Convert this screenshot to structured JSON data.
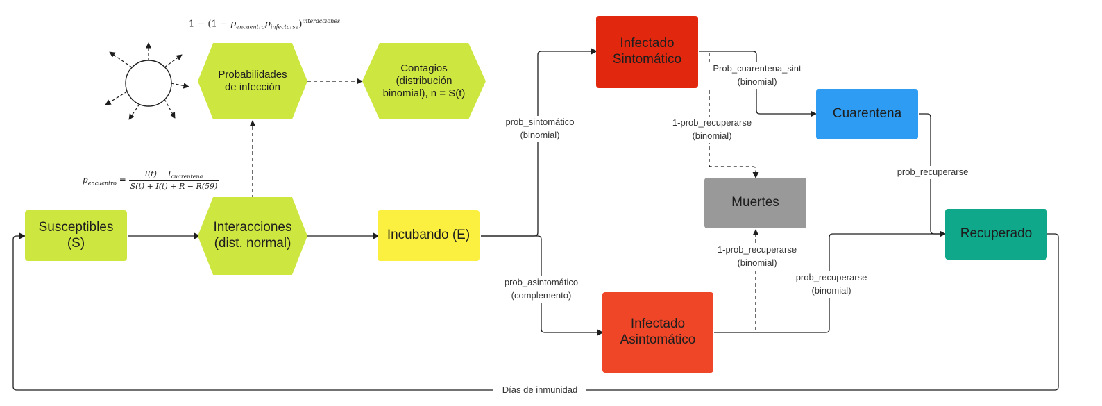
{
  "colors": {
    "lime": "#cde640",
    "yellow": "#fbf03f",
    "red_dark": "#e1280f",
    "red_orange": "#f04628",
    "blue": "#2e9cf2",
    "gray": "#999999",
    "teal": "#0fa88a",
    "line": "#1e1e1e"
  },
  "nodes": {
    "susceptibles": "Susceptibles\n(S)",
    "interacciones": "Interacciones\n(dist. normal)",
    "probabilidades": "Probabilidades\nde infección",
    "contagios": "Contagios\n(distribución\nbinomial), n = S(t)",
    "incubando": "Incubando (E)",
    "infectado_sintomatico": "Infectado\nSintomático",
    "infectado_asintomatico": "Infectado\nAsintomático",
    "cuarentena": "Cuarentena",
    "muertes": "Muertes",
    "recuperado": "Recuperado"
  },
  "edge_labels": {
    "prob_sintomatico": "prob_sintomático\n(binomial)",
    "prob_asintomatico": "prob_asintomático\n(complemento)",
    "prob_cuarentena_sint": "Prob_cuarentena_sint\n(binomial)",
    "prob_no_recuperarse_sint": "1-prob_recuperarse\n(binomial)",
    "prob_no_recuperarse_asint": "1-prob_recuperarse\n(binomial)",
    "prob_recuperarse_cuarentena": "prob_recuperarse",
    "prob_recuperarse_asint": "prob_recuperarse\n(binomial)",
    "dias_inmunidad": "Días de inmunidad"
  },
  "formulas": {
    "infection": {
      "lead": "1 − (1 − ",
      "p1": "p",
      "p1_sub": "encuentro",
      "p2": "p",
      "p2_sub": "infectarse",
      "close": ")",
      "exp": "interacciones"
    },
    "encounter": {
      "lhs": "p",
      "lhs_sub": "encuentro",
      "eq": " = ",
      "num_a": "I(t) − I",
      "num_sub": "cuarentena",
      "den": "S(t) + I(t) + R − R(59)"
    }
  },
  "icons": {
    "population": "circle-with-dashed-outward-arrows-icon"
  }
}
